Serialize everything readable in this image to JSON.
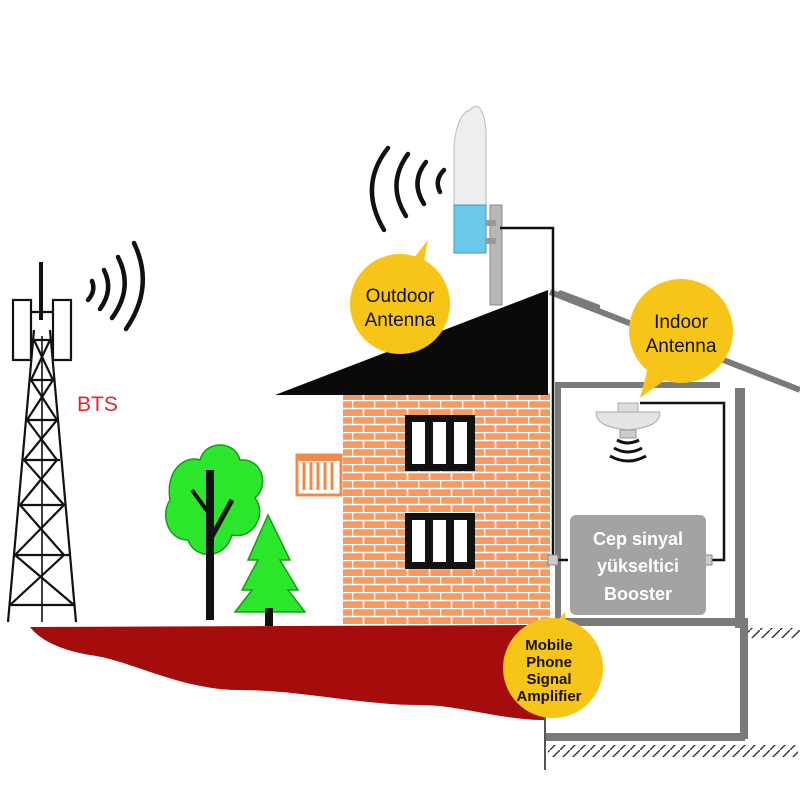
{
  "labels": {
    "bts": "BTS",
    "outdoor_line1": "Outdoor",
    "outdoor_line2": "Antenna",
    "indoor_line1": "Indoor",
    "indoor_line2": "Antenna",
    "booster_line1": "Cep sinyal",
    "booster_line2": "yükseltici",
    "booster_line3": "Booster",
    "amp_line1": "Mobile",
    "amp_line2": "Phone",
    "amp_line3": "Signal",
    "amp_line4": "Amplifier"
  },
  "colors": {
    "bts_text": "#e3262b",
    "bubble": "#f7c518",
    "brick": "#f79a62",
    "ground": "#a50c0c",
    "tree": "#2be62b",
    "roof": "#0a0a0a",
    "booster": "#a3a3a3",
    "frame": "#7a7a7a"
  }
}
